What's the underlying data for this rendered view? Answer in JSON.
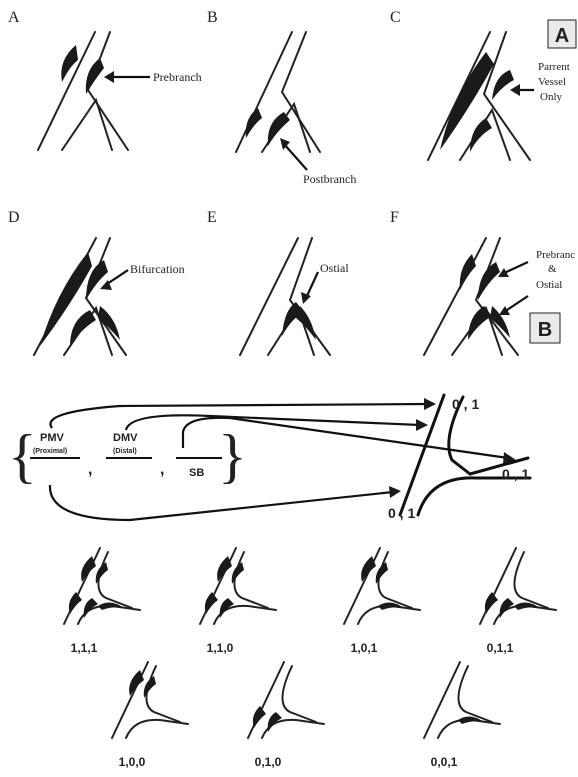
{
  "partA": {
    "badge": "A",
    "panels": [
      {
        "letter": "A",
        "label_lines": [
          "Prebranch"
        ]
      },
      {
        "letter": "B",
        "label_lines": [
          "Postbranch"
        ]
      },
      {
        "letter": "C",
        "label_lines": [
          "Parrent",
          "Vessel",
          "Only"
        ]
      },
      {
        "letter": "D",
        "label_lines": [
          "Bifurcation"
        ]
      },
      {
        "letter": "E",
        "label_lines": [
          "Ostial"
        ]
      },
      {
        "letter": "F",
        "label_lines": [
          "Prebranc",
          "&",
          "Ostial"
        ]
      }
    ]
  },
  "partB": {
    "badge": "B",
    "legend": {
      "pmv": "PMV",
      "pmv_sub": "(Proximal)",
      "dmv": "DMV",
      "dmv_sub": "(Distal)",
      "sb": "SB",
      "open_brace": "{",
      "close_brace": "}",
      "comma": ","
    },
    "diagram_labels": {
      "pmv_value": "0 , 1",
      "dmv_value": "0 , 1",
      "sb_value": "0 , 1"
    },
    "examples": [
      {
        "code": "1,1,1",
        "pmv": true,
        "dmv": true,
        "sb": true
      },
      {
        "code": "1,1,0",
        "pmv": true,
        "dmv": true,
        "sb": false
      },
      {
        "code": "1,0,1",
        "pmv": true,
        "dmv": false,
        "sb": true
      },
      {
        "code": "0,1,1",
        "pmv": false,
        "dmv": true,
        "sb": true
      },
      {
        "code": "1,0,0",
        "pmv": true,
        "dmv": false,
        "sb": false
      },
      {
        "code": "0,1,0",
        "pmv": false,
        "dmv": true,
        "sb": false
      },
      {
        "code": "0,0,1",
        "pmv": false,
        "dmv": false,
        "sb": true
      }
    ]
  }
}
